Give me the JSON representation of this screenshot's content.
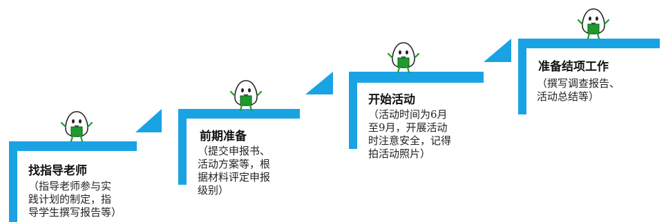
{
  "accent_color": "#1aa3e3",
  "mascot_icon": "rice-ball-mascot-icon",
  "steps": [
    {
      "title": "找指导老师",
      "desc": [
        "（指导老师参与实",
        "践计划的制定，指",
        "导学生撰写报告等）"
      ]
    },
    {
      "title": "前期准备",
      "desc": [
        "（提交申报书、",
        "活动方案等，根",
        "据材料评定申报",
        "级别）"
      ]
    },
    {
      "title": "开始活动",
      "desc": [
        "（活动时间为6月",
        "至9月，开展活动",
        "时注意安全，记得",
        "拍活动照片）"
      ]
    },
    {
      "title": "准备结项工作",
      "desc": [
        "（撰写调查报告、",
        "活动总结等）"
      ]
    }
  ]
}
